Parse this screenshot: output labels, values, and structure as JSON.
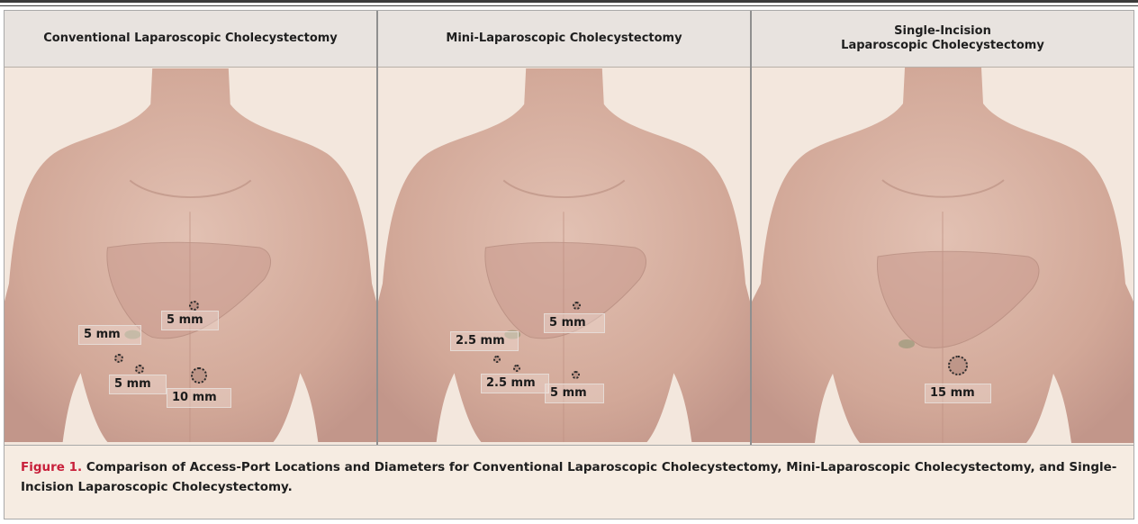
{
  "panels": [
    {
      "title_lines": [
        "Conventional Laparoscopic Cholecystectomy"
      ],
      "ports": [
        {
          "label": "5 mm"
        },
        {
          "label": "5 mm"
        },
        {
          "label": "5 mm"
        },
        {
          "label": "10 mm"
        }
      ]
    },
    {
      "title_lines": [
        "Mini-Laparoscopic Cholecystectomy"
      ],
      "ports": [
        {
          "label": "5 mm"
        },
        {
          "label": "2.5 mm"
        },
        {
          "label": "2.5 mm"
        },
        {
          "label": "5 mm"
        }
      ]
    },
    {
      "title_lines": [
        "Single-Incision",
        "Laparoscopic Cholecystectomy"
      ],
      "ports": [
        {
          "label": "15 mm"
        }
      ]
    }
  ],
  "caption": {
    "figure_label": "Figure 1.",
    "text": "Comparison of Access-Port Locations and Diameters for Conventional Laparoscopic Cholecystectomy, Mini-Laparoscopic Cholecystectomy, and Single-Incision Laparoscopic Cholecystectomy."
  },
  "colors": {
    "skin": "#d9b3a4",
    "liver": "#c99a8e",
    "background": "#f3e7dd",
    "figure_label": "#c8203b"
  }
}
